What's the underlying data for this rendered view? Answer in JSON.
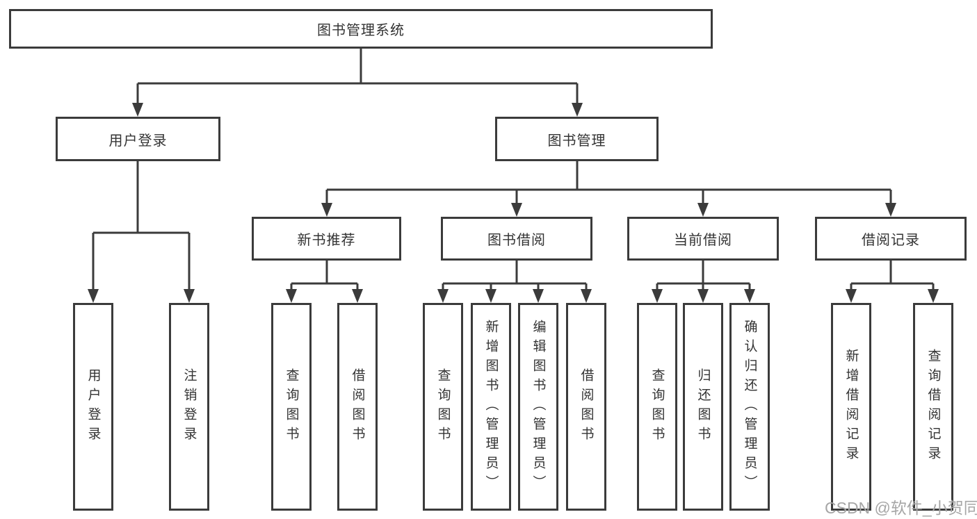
{
  "colors": {
    "line": "#3b3b3b",
    "text": "#333333",
    "box_fill": "#ffffff",
    "watermark": "#a6a6a6"
  },
  "watermark": {
    "text": "CSDN @软件_小贺同学"
  },
  "diagram": {
    "type": "hierarchy-tree",
    "root": {
      "label": "图书管理系统"
    },
    "branches": [
      {
        "label": "用户登录",
        "children": [
          {
            "label": "用户登录"
          },
          {
            "label": "注销登录"
          }
        ]
      },
      {
        "label": "图书管理",
        "children": [
          {
            "label": "新书推荐",
            "children": [
              {
                "label": "查询图书"
              },
              {
                "label": "借阅图书"
              }
            ]
          },
          {
            "label": "图书借阅",
            "children": [
              {
                "label": "查询图书"
              },
              {
                "label": "新增图书（管理员）"
              },
              {
                "label": "编辑图书（管理员）"
              },
              {
                "label": "借阅图书"
              }
            ]
          },
          {
            "label": "当前借阅",
            "children": [
              {
                "label": "查询图书"
              },
              {
                "label": "归还图书"
              },
              {
                "label": "确认归还（管理员）"
              }
            ]
          },
          {
            "label": "借阅记录",
            "children": [
              {
                "label": "新增借阅记录"
              },
              {
                "label": "查询借阅记录"
              }
            ]
          }
        ]
      }
    ]
  }
}
